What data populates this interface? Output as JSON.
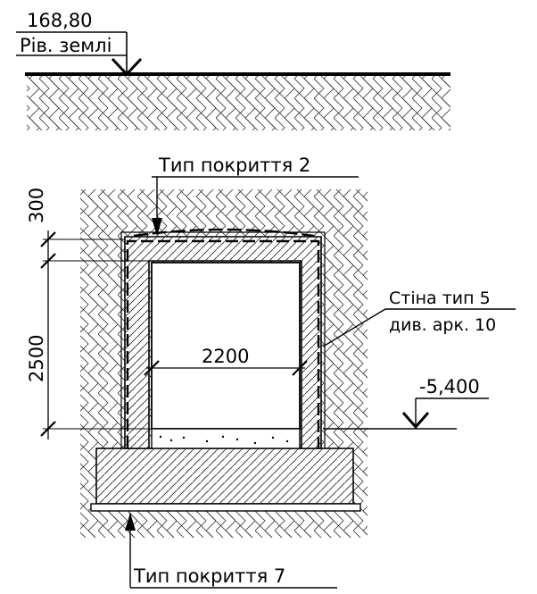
{
  "ground": {
    "elevation": "168,80",
    "label": "Рів. землі"
  },
  "covering_top": {
    "label": "Тип покриття 2"
  },
  "covering_bottom": {
    "label": "Тип покриття 7"
  },
  "wall_note": {
    "line1": "Стіна тип 5",
    "line2": "див. арк. 10"
  },
  "floor_level": {
    "elevation": "-5,400"
  },
  "dimensions": {
    "slab_thickness": "300",
    "inner_height": "2500",
    "inner_width": "2200"
  }
}
